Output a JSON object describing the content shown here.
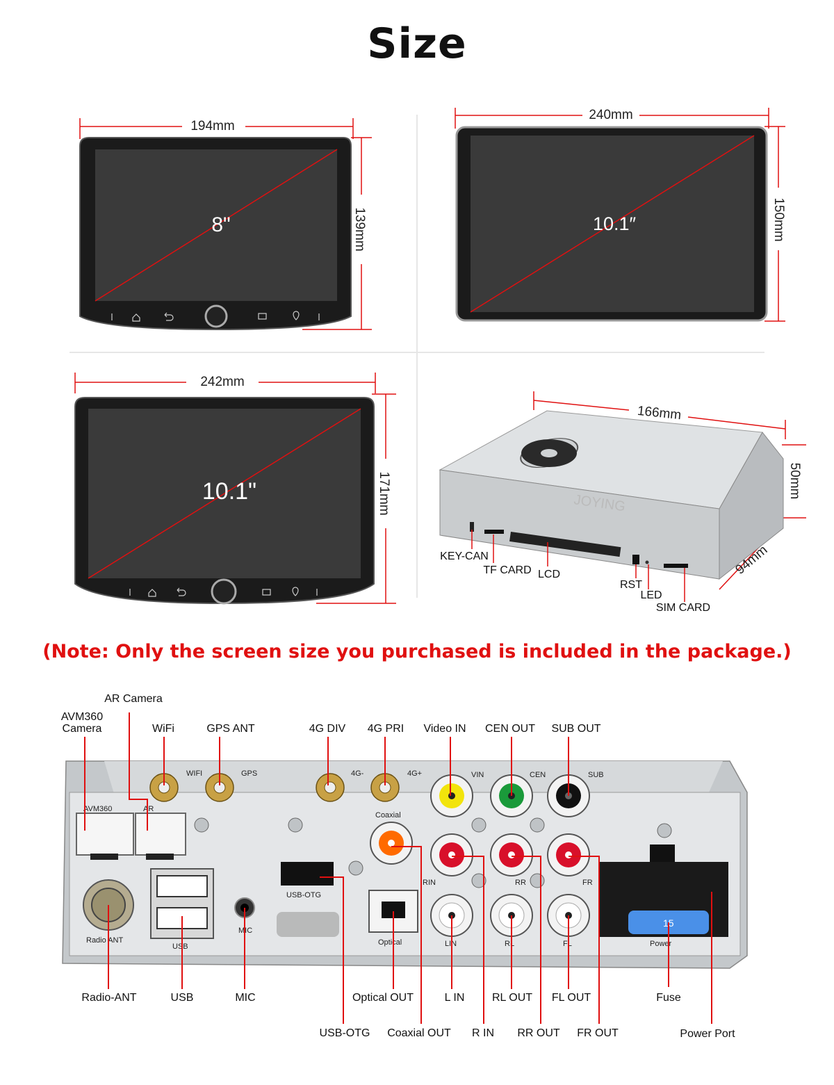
{
  "header": {
    "title": "Size"
  },
  "screens": {
    "s8": {
      "width": "194mm",
      "height": "139mm",
      "diagonal": "8\""
    },
    "s101_a": {
      "width": "240mm",
      "height": "150mm",
      "diagonal": "10.1″"
    },
    "s101_b": {
      "width": "242mm",
      "height": "171mm",
      "diagonal": "10.1\""
    }
  },
  "chassis": {
    "length": "166mm",
    "height": "50mm",
    "depth": "94mm",
    "brand": "JOYING",
    "labels": [
      "KEY-CAN",
      "TF CARD",
      "LCD",
      "RST",
      "LED",
      "SIM CARD"
    ]
  },
  "note": "(Note: Only the screen size you purchased is included in the package.)",
  "rear": {
    "top_labels": [
      "AR Camera",
      "AVM360",
      "Camera",
      "WiFi",
      "GPS ANT",
      "4G DIV",
      "4G PRI",
      "Video IN",
      "CEN OUT",
      "SUB OUT"
    ],
    "panel_labels": [
      "WIFI",
      "GPS",
      "4G-",
      "4G+",
      "VIN",
      "CEN",
      "SUB",
      "AVM360",
      "AR",
      "Coaxial",
      "USB-OTG",
      "Radio ANT",
      "USB",
      "MIC",
      "Optical",
      "RIN",
      "RR",
      "FR",
      "LIN",
      "RL",
      "FL",
      "Power",
      "15"
    ],
    "bottom_row1": [
      "Radio-ANT",
      "USB",
      "MIC",
      "Optical OUT",
      "L IN",
      "RL OUT",
      "FL OUT",
      "Fuse"
    ],
    "bottom_row2": [
      "USB-OTG",
      "Coaxial OUT",
      "R IN",
      "RR OUT",
      "FR OUT",
      "Power Port"
    ]
  },
  "colors": {
    "accent": "#e01010",
    "video": "#f2e40c",
    "cen": "#1a9a3a",
    "red_jack": "#d8102a",
    "orange_jack": "#ff6a00",
    "fuse": "#4a90e8"
  }
}
